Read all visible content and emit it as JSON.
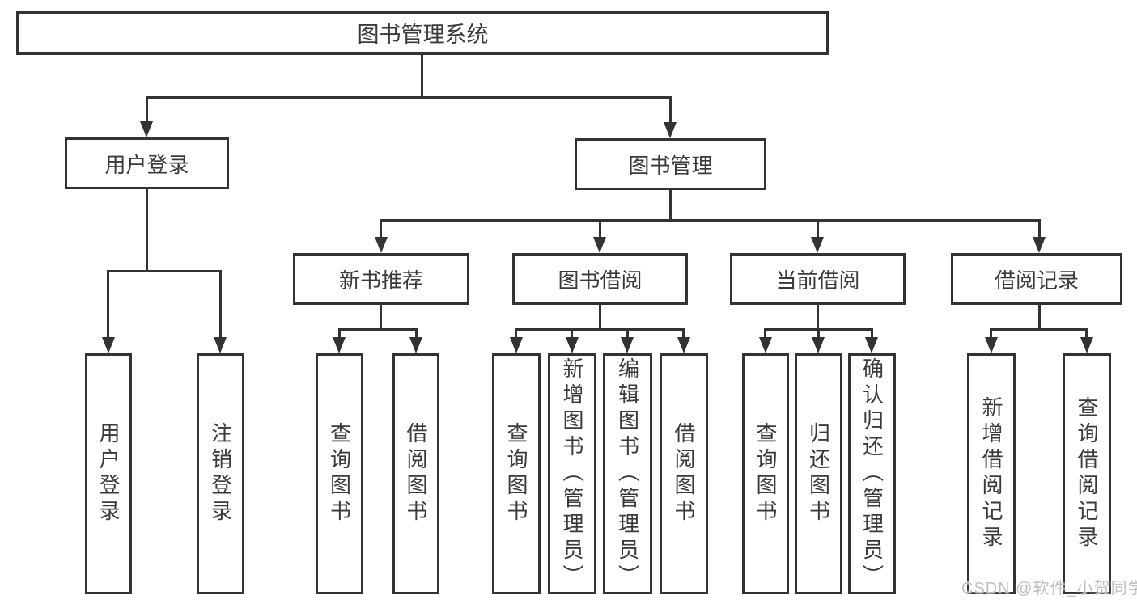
{
  "tree": {
    "label": "图书管理系统",
    "children": [
      {
        "label": "用户登录",
        "children": [
          {
            "label": "用户登录"
          },
          {
            "label": "注销登录"
          }
        ]
      },
      {
        "label": "图书管理",
        "children": [
          {
            "label": "新书推荐",
            "children": [
              {
                "label": "查询图书"
              },
              {
                "label": "借阅图书"
              }
            ]
          },
          {
            "label": "图书借阅",
            "children": [
              {
                "label": "查询图书"
              },
              {
                "label": "新增图书（管理员）"
              },
              {
                "label": "编辑图书（管理员）"
              },
              {
                "label": "借阅图书"
              }
            ]
          },
          {
            "label": "当前借阅",
            "children": [
              {
                "label": "查询图书"
              },
              {
                "label": "归还图书"
              },
              {
                "label": "确认归还（管理员）"
              }
            ]
          },
          {
            "label": "借阅记录",
            "children": [
              {
                "label": "新增借阅记录"
              },
              {
                "label": "查询借阅记录"
              }
            ]
          }
        ]
      }
    ]
  },
  "watermark": "CSDN @软件_小贺同学",
  "colors": {
    "line": "#333333",
    "text": "#3a3a3a",
    "watermark": "#c0c0c0",
    "background": "#ffffff"
  }
}
